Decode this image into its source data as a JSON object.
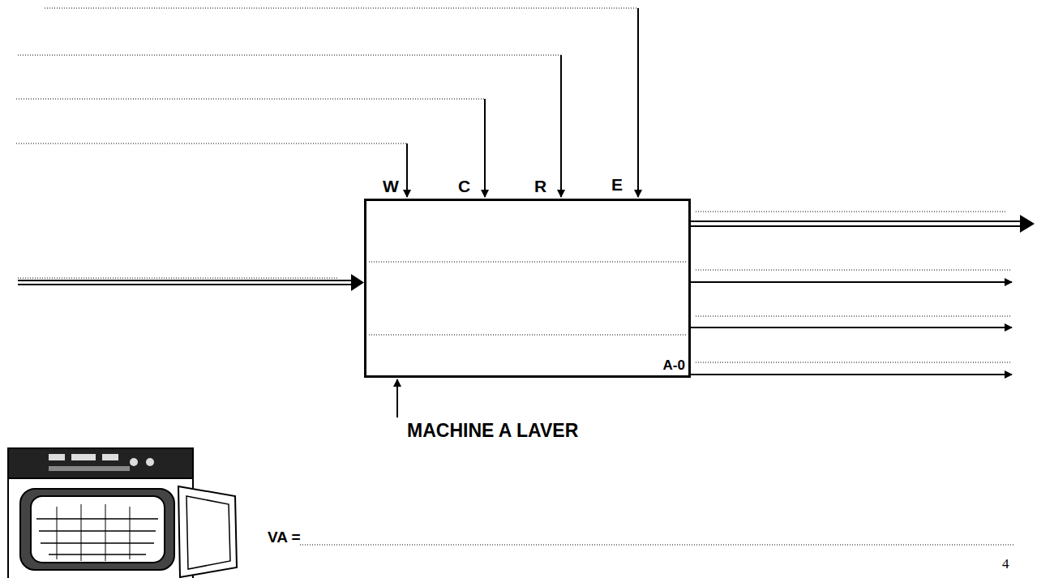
{
  "diagram": {
    "nodes": [
      {
        "text": [
          "A-0"
        ]
      }
    ],
    "labels": [
      "W",
      "C",
      "R",
      "E",
      "MACHINE A LAVER",
      "VA =",
      "4"
    ]
  }
}
